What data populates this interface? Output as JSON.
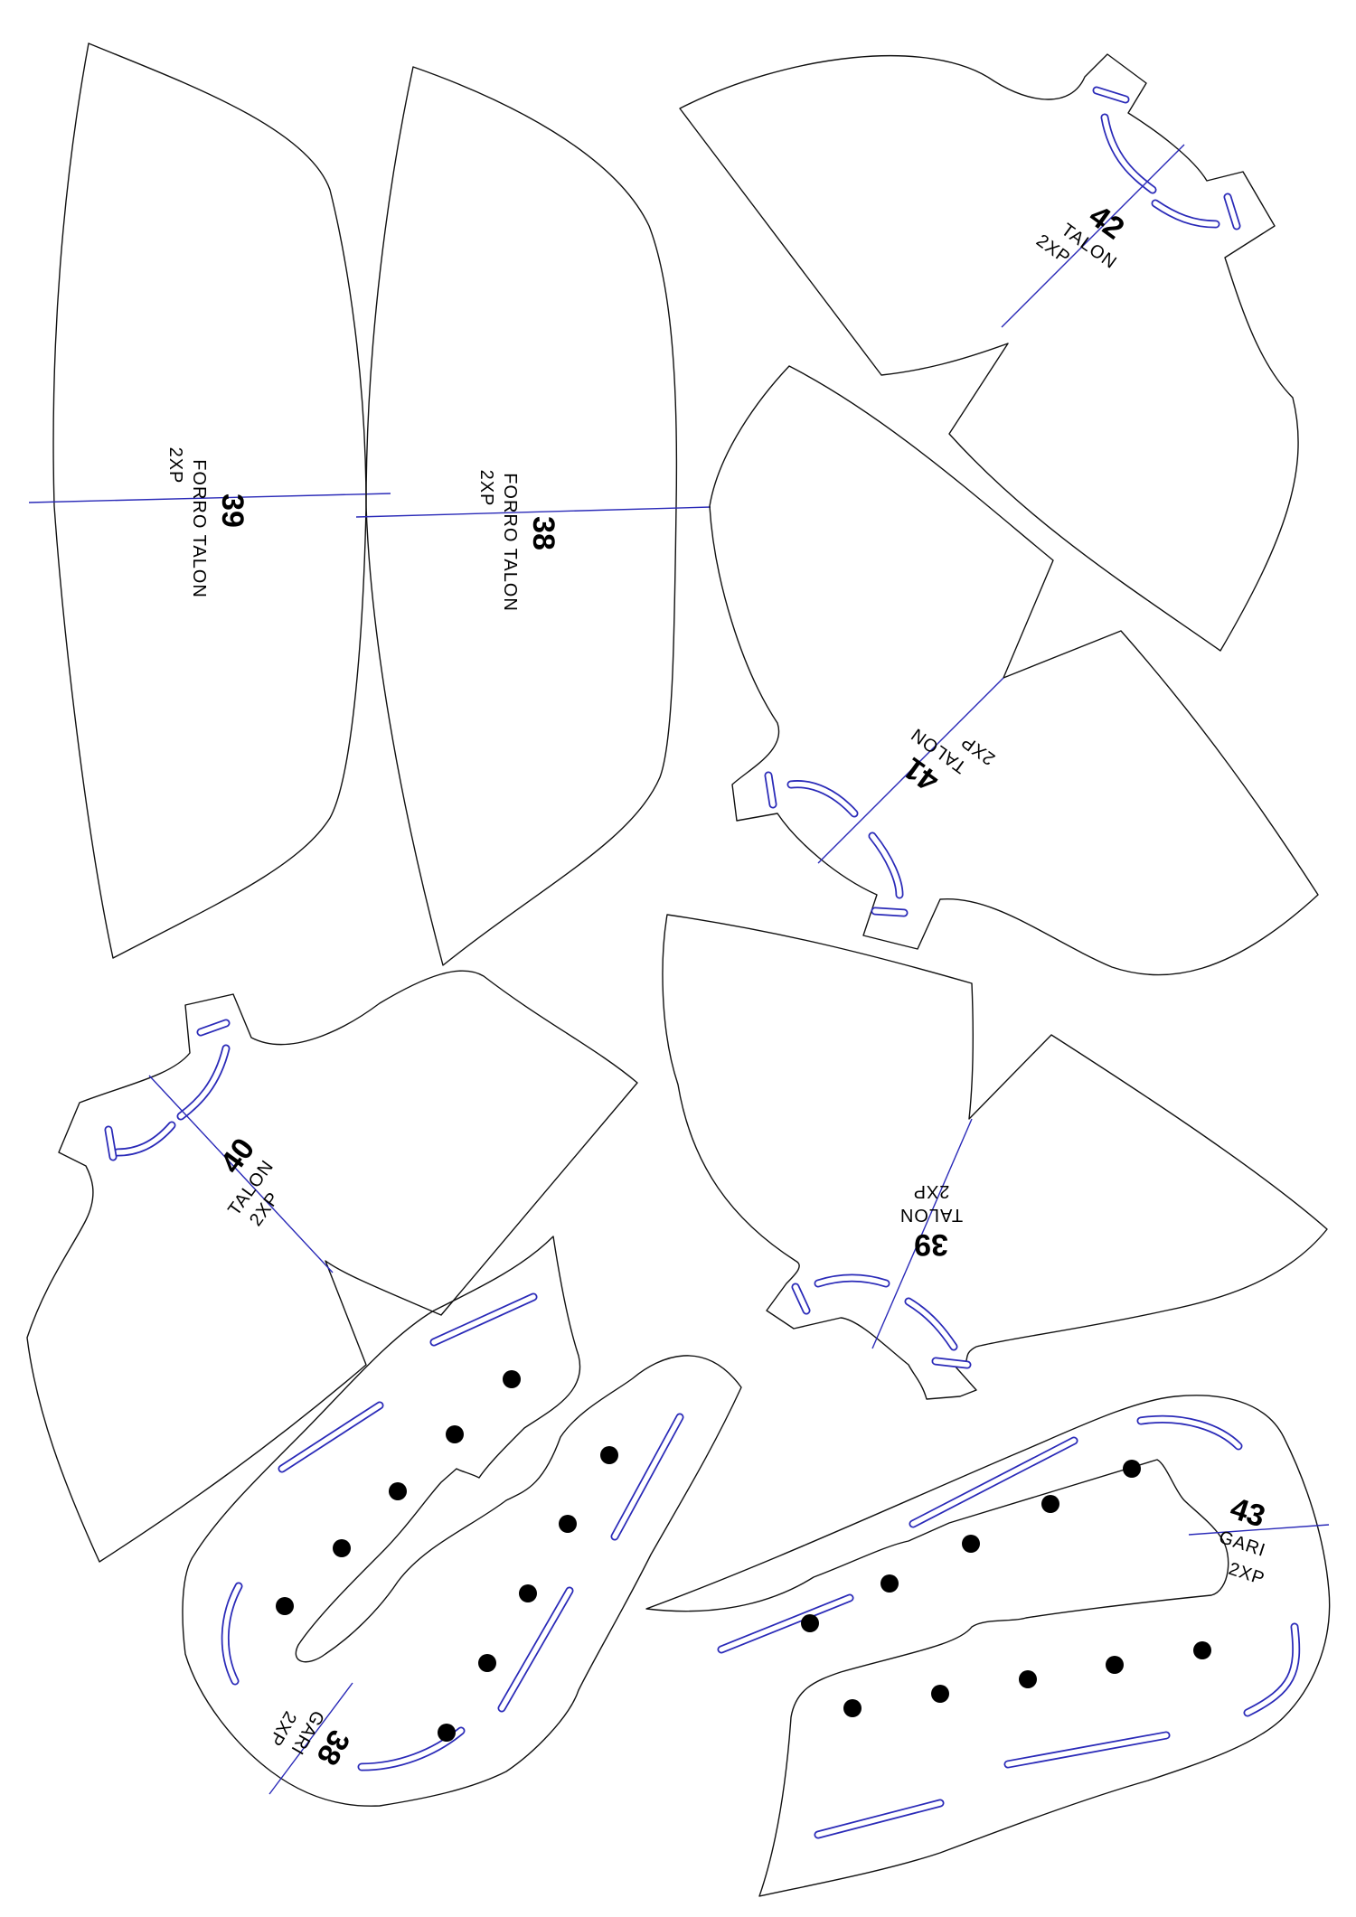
{
  "colors": {
    "outline": "#111111",
    "grainline": "#2a2ab8",
    "hole": "#000000"
  },
  "pieces": {
    "forro_39": {
      "number": "39",
      "name": "FORRO TALON",
      "qty": "2XP"
    },
    "forro_38": {
      "number": "38",
      "name": "FORRO TALON",
      "qty": "2XP"
    },
    "talon_42": {
      "number": "42",
      "name": "TALON",
      "qty": "2XP"
    },
    "talon_41": {
      "number": "41",
      "name": "TALON",
      "qty": "2XP"
    },
    "talon_40": {
      "number": "40",
      "name": "TALON",
      "qty": "2XP"
    },
    "talon_39": {
      "number": "39",
      "name": "TALON",
      "qty": "2XP"
    },
    "gari_38": {
      "number": "38",
      "name": "GARI",
      "qty": "2XP"
    },
    "gari_43": {
      "number": "43",
      "name": "GARI",
      "qty": "2XP"
    }
  }
}
